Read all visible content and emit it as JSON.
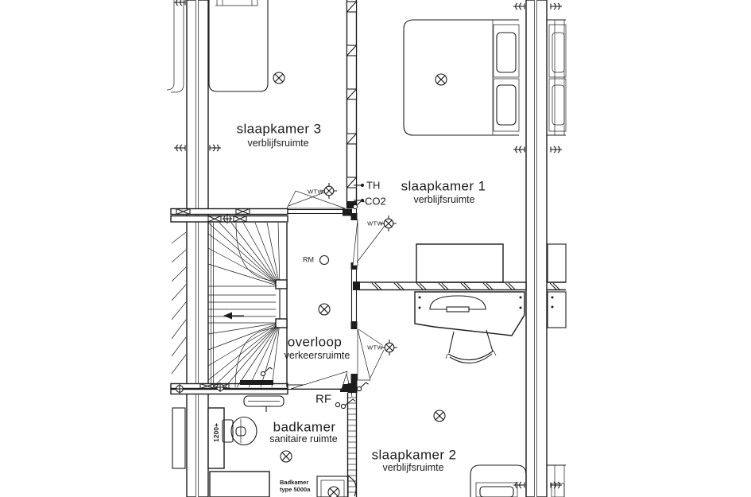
{
  "colors": {
    "background": "#ffffff",
    "linework": "#1c1c1c",
    "wall_hatch": "#555555"
  },
  "labels": {
    "rooms": [
      {
        "name": "slaapkamer 3",
        "category": "verblijfsruimte"
      },
      {
        "name": "slaapkamer 1",
        "category": "verblijfsruimte"
      },
      {
        "name": "slaapkamer 2",
        "category": "verblijfsruimte"
      },
      {
        "name": "overloop",
        "category": "verkeersruimte"
      },
      {
        "name": "badkamer",
        "category": "sanitaire ruimte"
      }
    ],
    "annotations": {
      "thermostat": "TH",
      "co2_sensor": "CO2",
      "ventilation_valve": "WTW",
      "smoke_detector": "RM",
      "rf_switch": "RF",
      "wall_height_marker": "1200+",
      "bathroom_model_line1": "Badkamer",
      "bathroom_model_line2": "type 5000a"
    }
  },
  "icons": {
    "ceiling_light": "circle-with-x",
    "ventilation_valve": "circle-with-crosshair",
    "smoke_detector": "small-circle",
    "light_switch": "circle-with-stroke",
    "wall_anchor": "double-hook",
    "wall_plus": "circle-with-plus"
  }
}
